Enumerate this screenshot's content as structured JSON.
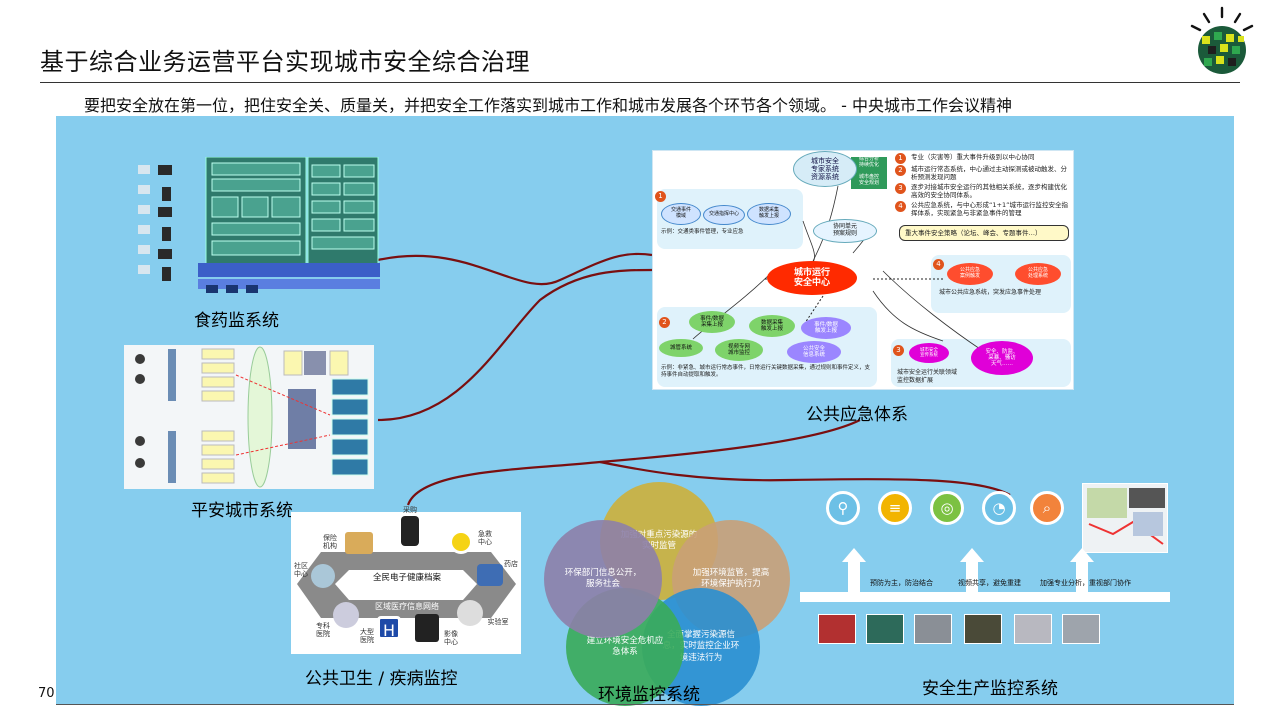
{
  "page": {
    "title": "基于综合业务运营平台实现城市安全综合治理",
    "subtitle": "要把安全放在第一位，把住安全关、质量关，并把安全工作落实到城市工作和城市发展各个环节各个领域。 - 中央城市工作会议精神",
    "page_number": "70"
  },
  "systems": {
    "food": "食药监系统",
    "safe_city": "平安城市系统",
    "emergency": "公共应急体系",
    "health": "公共卫生 / 疾病监控",
    "environment": "环境监控系统",
    "production": "安全生产监控系统"
  },
  "emergency_panel": {
    "center": "城市运行\n安全中心",
    "expert": "城市安全\n专家系统\n资源系统",
    "coord": "协同单元\n预案规则",
    "green_box": "综合分析\n持续优化",
    "green_box2": "城市盘控\n安全规划",
    "points": [
      {
        "n": "1",
        "text": "专业（灾害等）重大事件升级到以中心协同"
      },
      {
        "n": "2",
        "text": "城市运行常态系统，中心通过主动探测或被动触发、分析预测发现问题"
      },
      {
        "n": "3",
        "text": "逐步对接城市安全运行的其他相关系统，逐步构建优化高效的安全协同体系。"
      },
      {
        "n": "4",
        "text": "公共应急系统，与中心形成“1+1”城市运行监控安全指挥体系，实现紧急与非紧急事件的管理"
      }
    ],
    "strategy": "重大事件安全策略（论坛、峰会、专题事件…）",
    "z1": {
      "a": "交通事件\n模域",
      "b": "交通指挥中心",
      "c": "数据采集\n触发上报",
      "note": "示例：交通类事件管理，专业应急"
    },
    "z2": {
      "a": "事件/数据\n采集上报",
      "b": "数据采集\n触发上报",
      "c": "事件/数据\n触发上报",
      "d": "视频专网\n城市监控",
      "e": "公共安全\n信息系统",
      "f": "城管系统",
      "note": "示例：非紧急、城市运行常态事件，日常运行关键数据采集，通过规则和事件定义，支持事件自动提取和触发。"
    },
    "z3": {
      "a": "城市安全\n宣传系统",
      "b": "安全、防监、\n采暴、骚访\n天气……",
      "note": "城市安全运行关联领域\n监控数据扩展"
    },
    "z4": {
      "a": "公共应急\n案例触发",
      "b": "公共应急\n处理系统",
      "note": "城市公共应急系统，突发应急事件处理"
    }
  },
  "health_panel": {
    "center_text": "全民电子健康档案",
    "center_sub": "区域医疗信息网络",
    "nodes": [
      "保险\n机构",
      "采购",
      "急救\n中心",
      "药店",
      "社区\n中心",
      "专科\n医院",
      "大型\n医院",
      "影像\n中心",
      "实验室"
    ]
  },
  "environment": {
    "circles": [
      {
        "text": "加强对重点污染源的实时监管",
        "color": "#cdb03a"
      },
      {
        "text": "加强环境监管，提高环境保护执行力",
        "color": "#c9a077"
      },
      {
        "text": "全面掌握污染源信息，实时监控企业环境违法行为",
        "color": "#2a8fd0"
      },
      {
        "text": "建立环境安全危机应急体系",
        "color": "#3aab59"
      },
      {
        "text": "环保部门信息公开，服务社会",
        "color": "#8d7fa9"
      }
    ]
  },
  "production": {
    "icons": [
      "pin-icon",
      "doc-icon",
      "camera-icon",
      "gauge-icon",
      "search-icon"
    ],
    "arrow_notes": [
      "预防为主，防治结合",
      "视频共享，避免重建",
      "加强专业分析，重视部门协作"
    ],
    "photo_colors": [
      "#b23030",
      "#2d6a5a",
      "#8a8f96",
      "#4a4a38",
      "#b8b8c0",
      "#9ea4ac"
    ]
  },
  "colors": {
    "canvas": "#86cdee",
    "connector": "#7a0f10",
    "center_ellipse": "#ff2a00"
  }
}
